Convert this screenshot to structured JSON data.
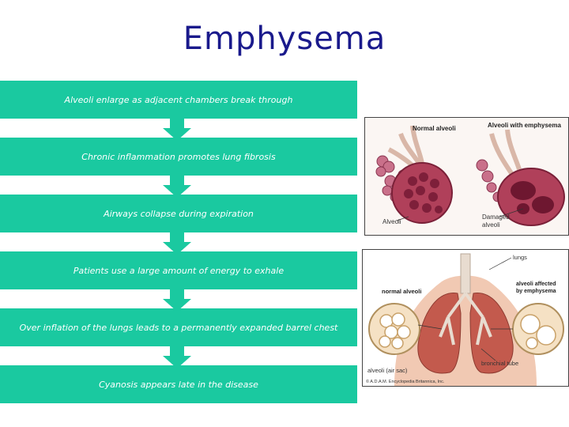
{
  "title": "Emphysema",
  "steps": [
    "Alveoli enlarge as adjacent chambers break through",
    "Chronic inflammation promotes lung fibrosis",
    "Airways collapse during expiration",
    "Patients use a large amount of energy to exhale",
    "Over inflation of the lungs leads to a permanently expanded barrel chest",
    "Cyanosis appears late in the disease"
  ],
  "image_top": {
    "label_normal": "Normal alveoli",
    "label_emphysema": "Alveoli with emphysema",
    "label_alveoli": "Alveoli",
    "label_damaged_1": "Damaged",
    "label_damaged_2": "alveoli"
  },
  "image_bottom": {
    "label_lungs": "lungs",
    "label_normal": "normal alveoli",
    "label_affected_1": "alveoli affected",
    "label_affected_2": "by emphysema",
    "label_bronchial": "bronchial tube",
    "label_sac": "alveoli (air sac)",
    "copyright": "© A.D.A.M. Encyclopedia Britannica, Inc."
  },
  "colors": {
    "step_fill": "#1ac9a0",
    "title": "#1a1a8c",
    "tissue": "#b0405a"
  }
}
